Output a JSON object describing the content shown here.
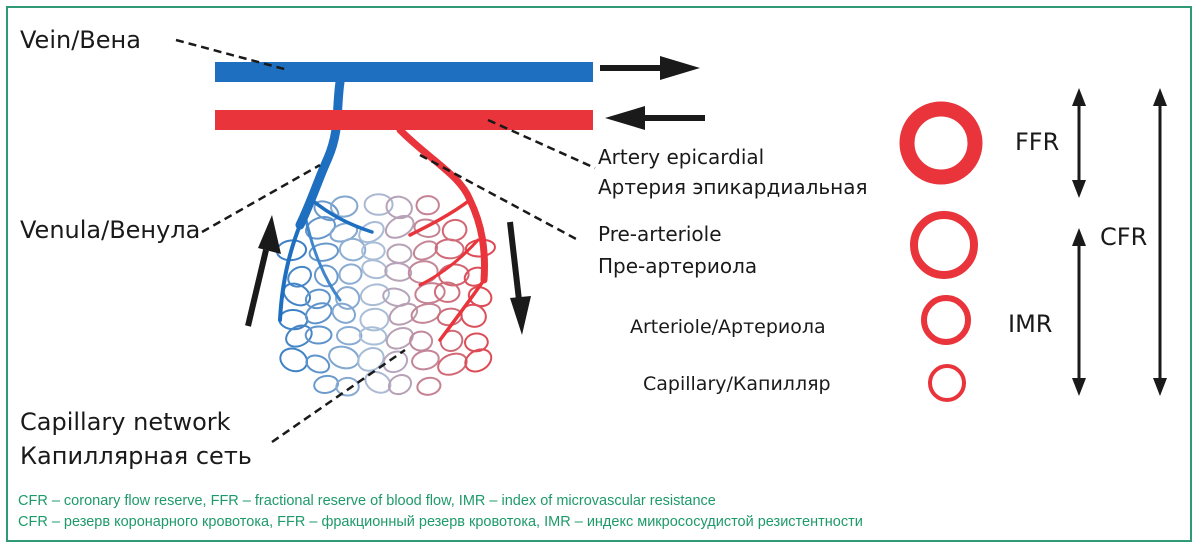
{
  "labels": {
    "vein": "Vein/Вена",
    "venula": "Venula/Венула",
    "capillary_network_en": "Capillary network",
    "capillary_network_ru": "Капиллярная сеть",
    "artery_en": "Artery epicardial",
    "artery_ru": "Артерия эпикардиальная",
    "pre_arteriole_en": "Pre-arteriole",
    "pre_arteriole_ru": "Пре-артериола",
    "arteriole": "Arteriole/Артериола",
    "capillary": "Capillary/Капилляр",
    "ffr": "FFR",
    "imr": "IMR",
    "cfr": "CFR"
  },
  "footnote": {
    "line_en": "CFR – coronary flow reserve, FFR – fractional reserve of blood flow, IMR – index of microvascular resistance",
    "line_ru": "CFR – резерв коронарного кровотока, FFR – фракционный резерв кровотока, IMR – индекс микрососудистой резистентности"
  },
  "colors": {
    "vein": "#1f6fc0",
    "artery": "#e8343a",
    "frame": "#2f9a74",
    "footnote": "#1e9a6a",
    "arrow": "#1a1a1a"
  }
}
